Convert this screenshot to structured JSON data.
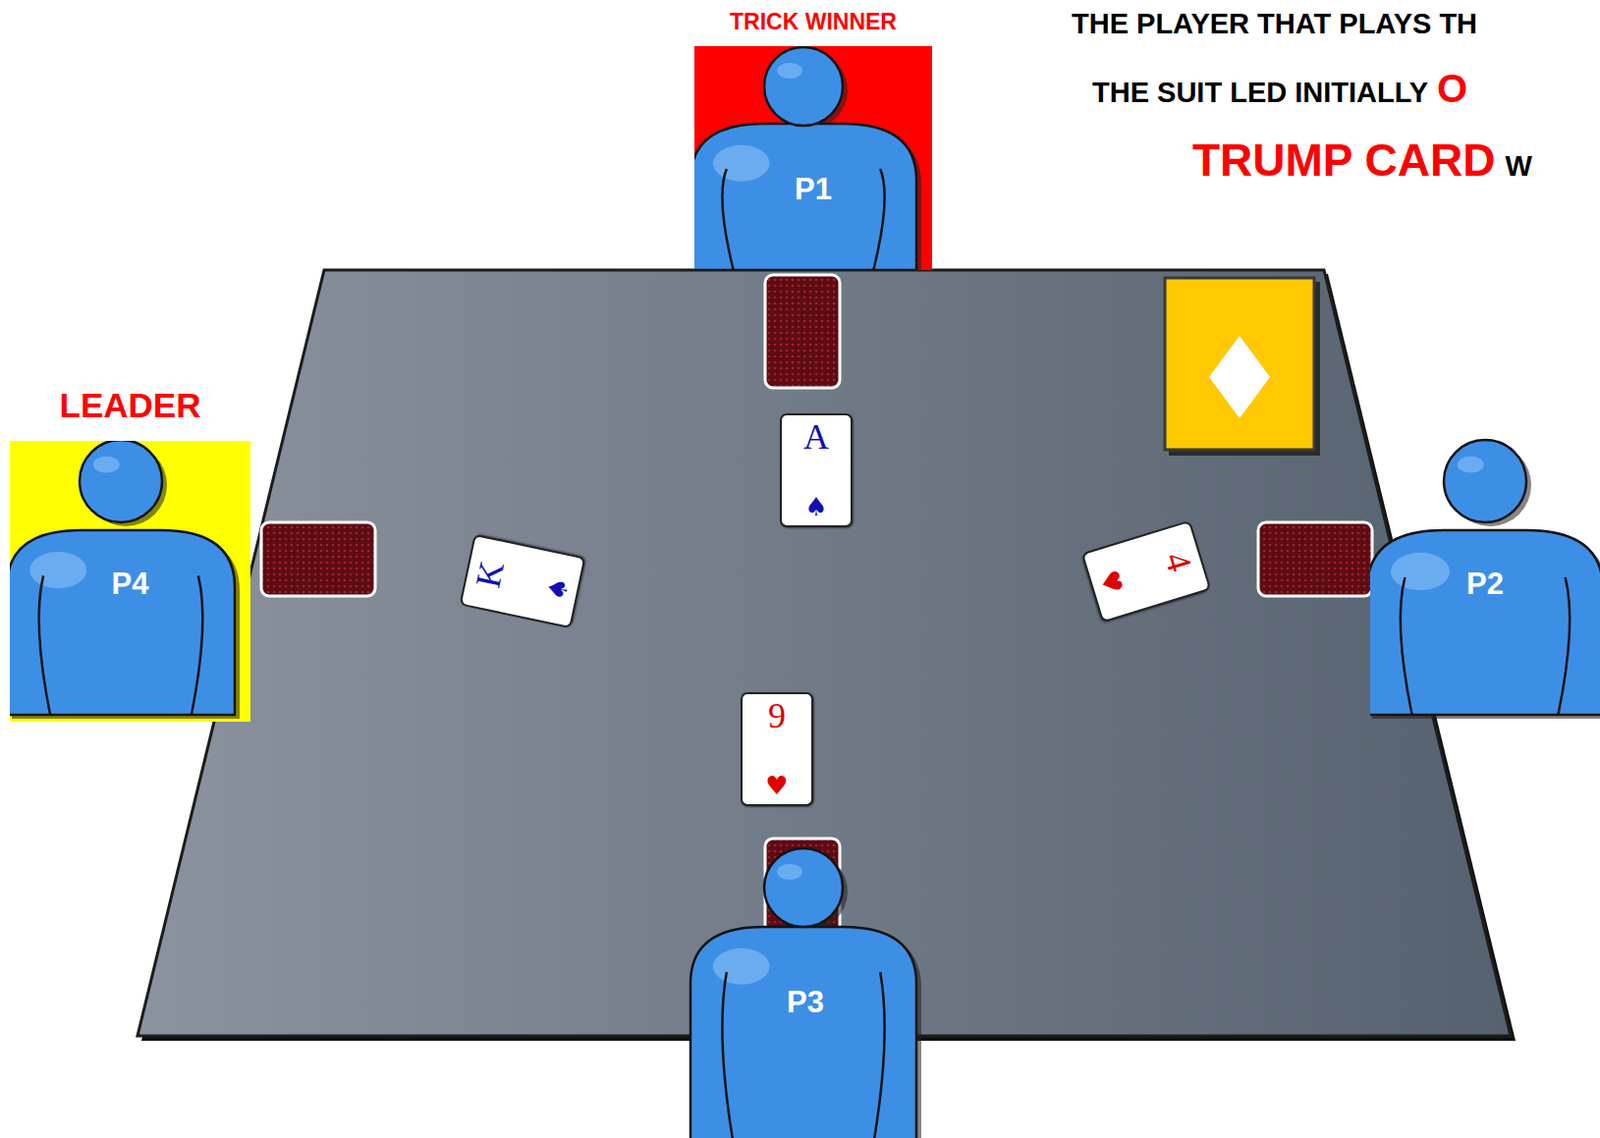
{
  "diagram": {
    "nodes": [
      {
        "text": [
          "TRICK WINNER",
          "P1"
        ]
      },
      {
        "text": [
          "A",
          "♠"
        ]
      },
      {
        "text": [
          "LEADER",
          "P4"
        ]
      },
      {
        "text": [
          "K",
          "♠"
        ]
      },
      {
        "text": [
          "4",
          "♥"
        ]
      },
      {
        "text": [
          "P2"
        ]
      },
      {
        "text": [
          "9",
          "♥"
        ]
      },
      {
        "text": [
          "P3"
        ]
      }
    ],
    "labels": [
      "THE PLAYER THAT PLAYS TH",
      "THE SUIT LED INITIALLY",
      "O",
      "TRUMP CARD",
      "W"
    ]
  }
}
